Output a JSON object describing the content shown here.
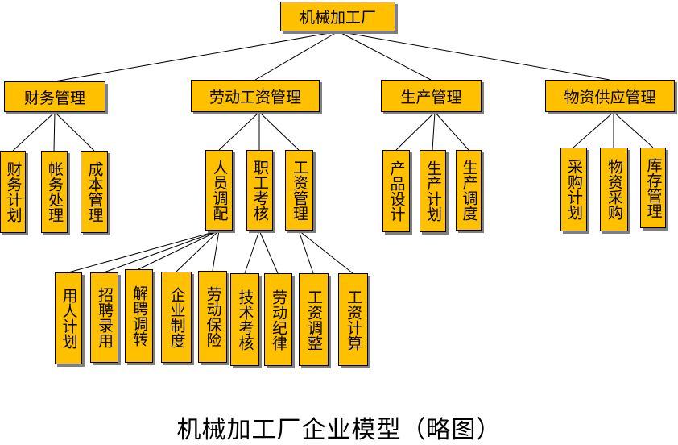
{
  "diagram": {
    "root": "机械加工厂",
    "departments": {
      "finance": "财务管理",
      "labor_wage": "劳动工资管理",
      "production": "生产管理",
      "supply": "物资供应管理"
    },
    "finance_items": [
      "财务计划",
      "帐务处理",
      "成本管理"
    ],
    "labor_items": [
      "人员调配",
      "职工考核",
      "工资管理"
    ],
    "production_items": [
      "产品设计",
      "生产计划",
      "生产调度"
    ],
    "supply_items": [
      "采购计划",
      "物资采购",
      "库存管理"
    ],
    "personnel_items": [
      "用人计划",
      "招聘录用",
      "解聘调转",
      "企业制度",
      "劳动保险"
    ],
    "assessment_items": [
      "技术考核",
      "劳动纪律"
    ],
    "wage_items": [
      "工资调整",
      "工资计算"
    ],
    "caption": "机械加工厂企业模型（略图）"
  }
}
